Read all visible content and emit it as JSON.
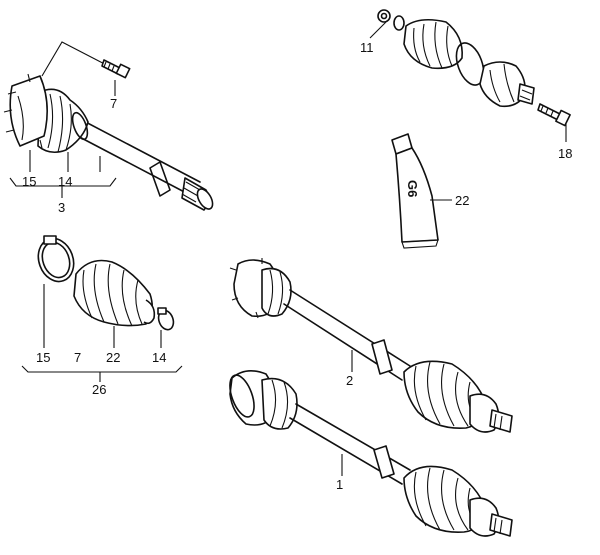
{
  "labels": {
    "l1": "1",
    "l2": "2",
    "l3": "3",
    "l7a": "7",
    "l7b": "7",
    "l11": "11",
    "l14a": "14",
    "l14b": "14",
    "l15a": "15",
    "l15b": "15",
    "l18": "18",
    "l22a": "22",
    "l22b": "22",
    "l26": "26",
    "tube_text": "G6"
  }
}
